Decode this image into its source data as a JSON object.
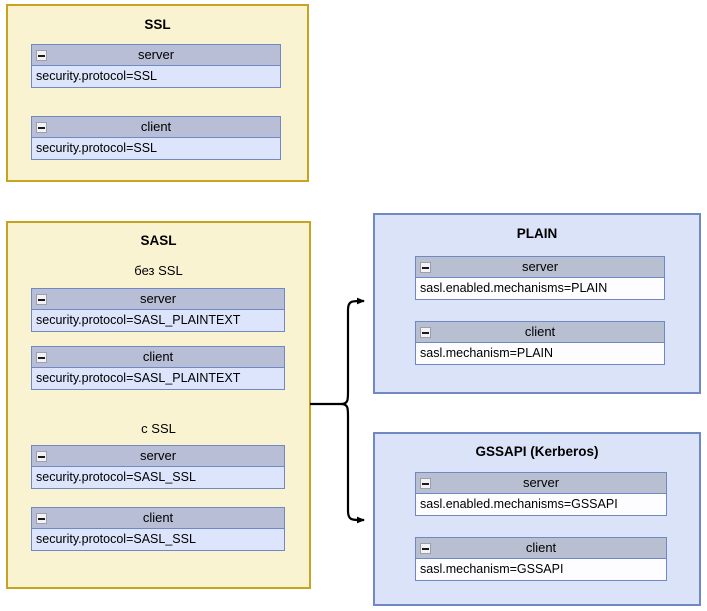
{
  "diagram": {
    "title_ssl": "SSL",
    "title_sasl": "SASL",
    "title_plain": "PLAIN",
    "title_gssapi": "GSSAPI (Kerberos)",
    "subtitle_without_ssl": "без SSL",
    "subtitle_with_ssl": "с SSL",
    "colors": {
      "group_yellow_fill": "#faf3d2",
      "group_yellow_border": "#c8a320",
      "group_blue_fill": "#dae3f8",
      "group_blue_border": "#7089c4",
      "panel_header_fill": "#b7bed6",
      "panel_header_fill_gray": "#b8bfd0",
      "panel_body_fill": "#dce5fb",
      "panel_body_fill_white": "#fdfdff",
      "connector_stroke": "#000000"
    }
  },
  "ssl": {
    "title": "SSL",
    "panels": [
      {
        "header": "server",
        "body": "security.protocol=SSL",
        "toggle": "collapse-minus-icon"
      },
      {
        "header": "client",
        "body": "security.protocol=SSL",
        "toggle": "collapse-minus-icon"
      }
    ]
  },
  "sasl": {
    "title": "SASL",
    "sections": [
      {
        "label": "без SSL",
        "panels": [
          {
            "header": "server",
            "body": "security.protocol=SASL_PLAINTEXT",
            "toggle": "collapse-minus-icon"
          },
          {
            "header": "client",
            "body": "security.protocol=SASL_PLAINTEXT",
            "toggle": "collapse-minus-icon"
          }
        ]
      },
      {
        "label": "с SSL",
        "panels": [
          {
            "header": "server",
            "body": "security.protocol=SASL_SSL",
            "toggle": "collapse-minus-icon"
          },
          {
            "header": "client",
            "body": "security.protocol=SASL_SSL",
            "toggle": "collapse-minus-icon"
          }
        ]
      }
    ]
  },
  "plain": {
    "title": "PLAIN",
    "panels": [
      {
        "header": "server",
        "body": "sasl.enabled.mechanisms=PLAIN",
        "toggle": "collapse-minus-icon"
      },
      {
        "header": "client",
        "body": "sasl.mechanism=PLAIN",
        "toggle": "collapse-minus-icon"
      }
    ]
  },
  "gssapi": {
    "title": "GSSAPI (Kerberos)",
    "panels": [
      {
        "header": "server",
        "body": "sasl.enabled.mechanisms=GSSAPI",
        "toggle": "collapse-minus-icon"
      },
      {
        "header": "client",
        "body": "sasl.mechanism=GSSAPI",
        "toggle": "collapse-minus-icon"
      }
    ]
  },
  "connectors": [
    {
      "from": "sasl",
      "to": "plain",
      "arrow": "arrow-head-right"
    },
    {
      "from": "sasl",
      "to": "gssapi",
      "arrow": "arrow-head-right"
    }
  ]
}
